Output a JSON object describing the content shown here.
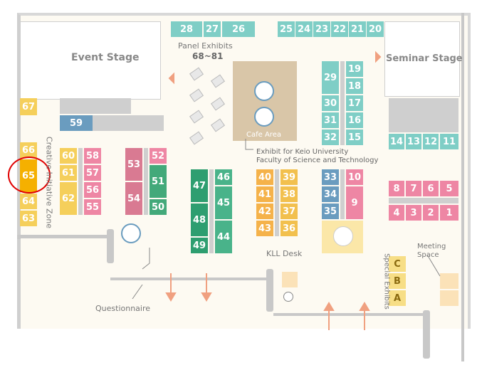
{
  "colors": {
    "teal": "#7fcec6",
    "pink": "#ee86a4",
    "yellow": "#f5cf5b",
    "orange": "#f5b24a",
    "green": "#2e9e70",
    "blue": "#6a9cbf",
    "highlight": "#e00000"
  },
  "labels": {
    "event_stage": "Event Stage",
    "seminar_stage": "Seminar Stage",
    "panel_exhibits": "Panel Exhibits",
    "panel_range": "68~81",
    "cafe_area": "Cafe Area",
    "keio_line1": "Exhibit for Keio University",
    "keio_line2": "Faculty of Science and Technology",
    "creative_zone": "Creative Initiative Zone",
    "kll_desk": "KLL Desk",
    "special_exhibits": "Special Exhibits",
    "meeting_space_1": "Meeting",
    "meeting_space_2": "Space",
    "questionnaire": "Questionnaire"
  },
  "booths": {
    "top_left": [
      "28",
      "27",
      "26"
    ],
    "top_right": [
      "25",
      "24",
      "23",
      "22",
      "21",
      "20"
    ],
    "b67": "67",
    "b59": "59",
    "b66": "66",
    "b65": "65",
    "b64": "64",
    "b63": "63",
    "col60": [
      "60",
      "61",
      "62"
    ],
    "col58": [
      "58",
      "57",
      "56",
      "55"
    ],
    "col53": [
      "53",
      "54"
    ],
    "col52": [
      "52",
      "51",
      "50"
    ],
    "col47": [
      "47",
      "48",
      "49"
    ],
    "col46": [
      "46",
      "45",
      "44"
    ],
    "col40": [
      "40",
      "41",
      "42",
      "43"
    ],
    "col39": [
      "39",
      "38",
      "37",
      "36"
    ],
    "col33": [
      "33",
      "34",
      "35"
    ],
    "b10": "10",
    "b9": "9",
    "col29": [
      "29",
      "30",
      "31",
      "32"
    ],
    "col19": [
      "19",
      "18",
      "17",
      "16",
      "15"
    ],
    "row14": [
      "14",
      "13",
      "12",
      "11"
    ],
    "row8": [
      "8",
      "7",
      "6",
      "5"
    ],
    "row4": [
      "4",
      "3",
      "2",
      "1"
    ],
    "colC": [
      "C",
      "B",
      "A"
    ]
  }
}
